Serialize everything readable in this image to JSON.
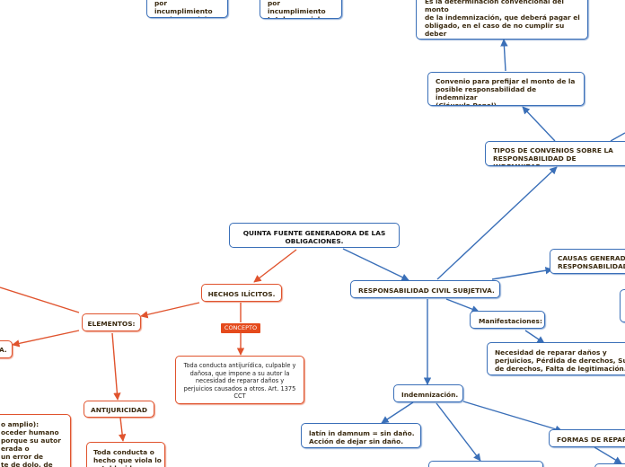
{
  "nodes": {
    "top_left_1": "por incumplimiento\ntotal o parcial",
    "top_left_2": "por incumplimiento\ntotal o parcial",
    "definition_top": "Es la determinación convencional del monto\nde la indemnización, que deberá pagar el\nobligado, en el caso de no cumplir su deber\njurídico total, parcialmente o de la manera\nconvenida.",
    "convenio": "Convenio para prefijar el monto de la\nposible responsabilidad de indemnizar\n(Cláusula Penal).",
    "tipos": "TIPOS DE CONVENIOS SOBRE LA\nRESPONSABILIDAD DE INDEMNIZAR:",
    "causas": "CAUSAS GENERADO\nRESPONSABILIDAD",
    "quinta": "QUINTA FUENTE GENERADORA DE LAS\nOBLIGACIONES.",
    "hechos": "HECHOS ILÍCITOS.",
    "responsabilidad": "RESPONSABILIDAD CIVIL SUBJETIVA.",
    "manifestaciones": "Manifestaciones:",
    "necesidad": "Necesidad de reparar daños y\nperjuicios, Pérdida de derechos, Susp\nde derechos, Falta de legitimación.",
    "elementos": "ELEMENTOS:",
    "left_a": "A.",
    "definicion_hecho": "Toda conducta antijurídica, culpable y\ndañosa, que impone a su autor la\nnecesidad de reparar daños y\nperjuicios causados a otros. Art. 1375\nCCT",
    "indemnizacion": "Indemnización.",
    "latin": "latín in damnum = sin daño.\nAcción de dejar sin daño.",
    "formas": "FORMAS DE REPARA",
    "antijuricidad": "ANTIJURICIDAD",
    "toda_conducta": "Toda conducta o\nhecho que viola lo\nestablecido por",
    "left_culpa": "o amplio):\noceder humano\nporque su autor\nerada o\nun error de\nte de dolo, de"
  },
  "tags": {
    "concepto": "CONCEPTO"
  },
  "colors": {
    "blue": "#3a6fb8",
    "red": "#e0532d"
  }
}
